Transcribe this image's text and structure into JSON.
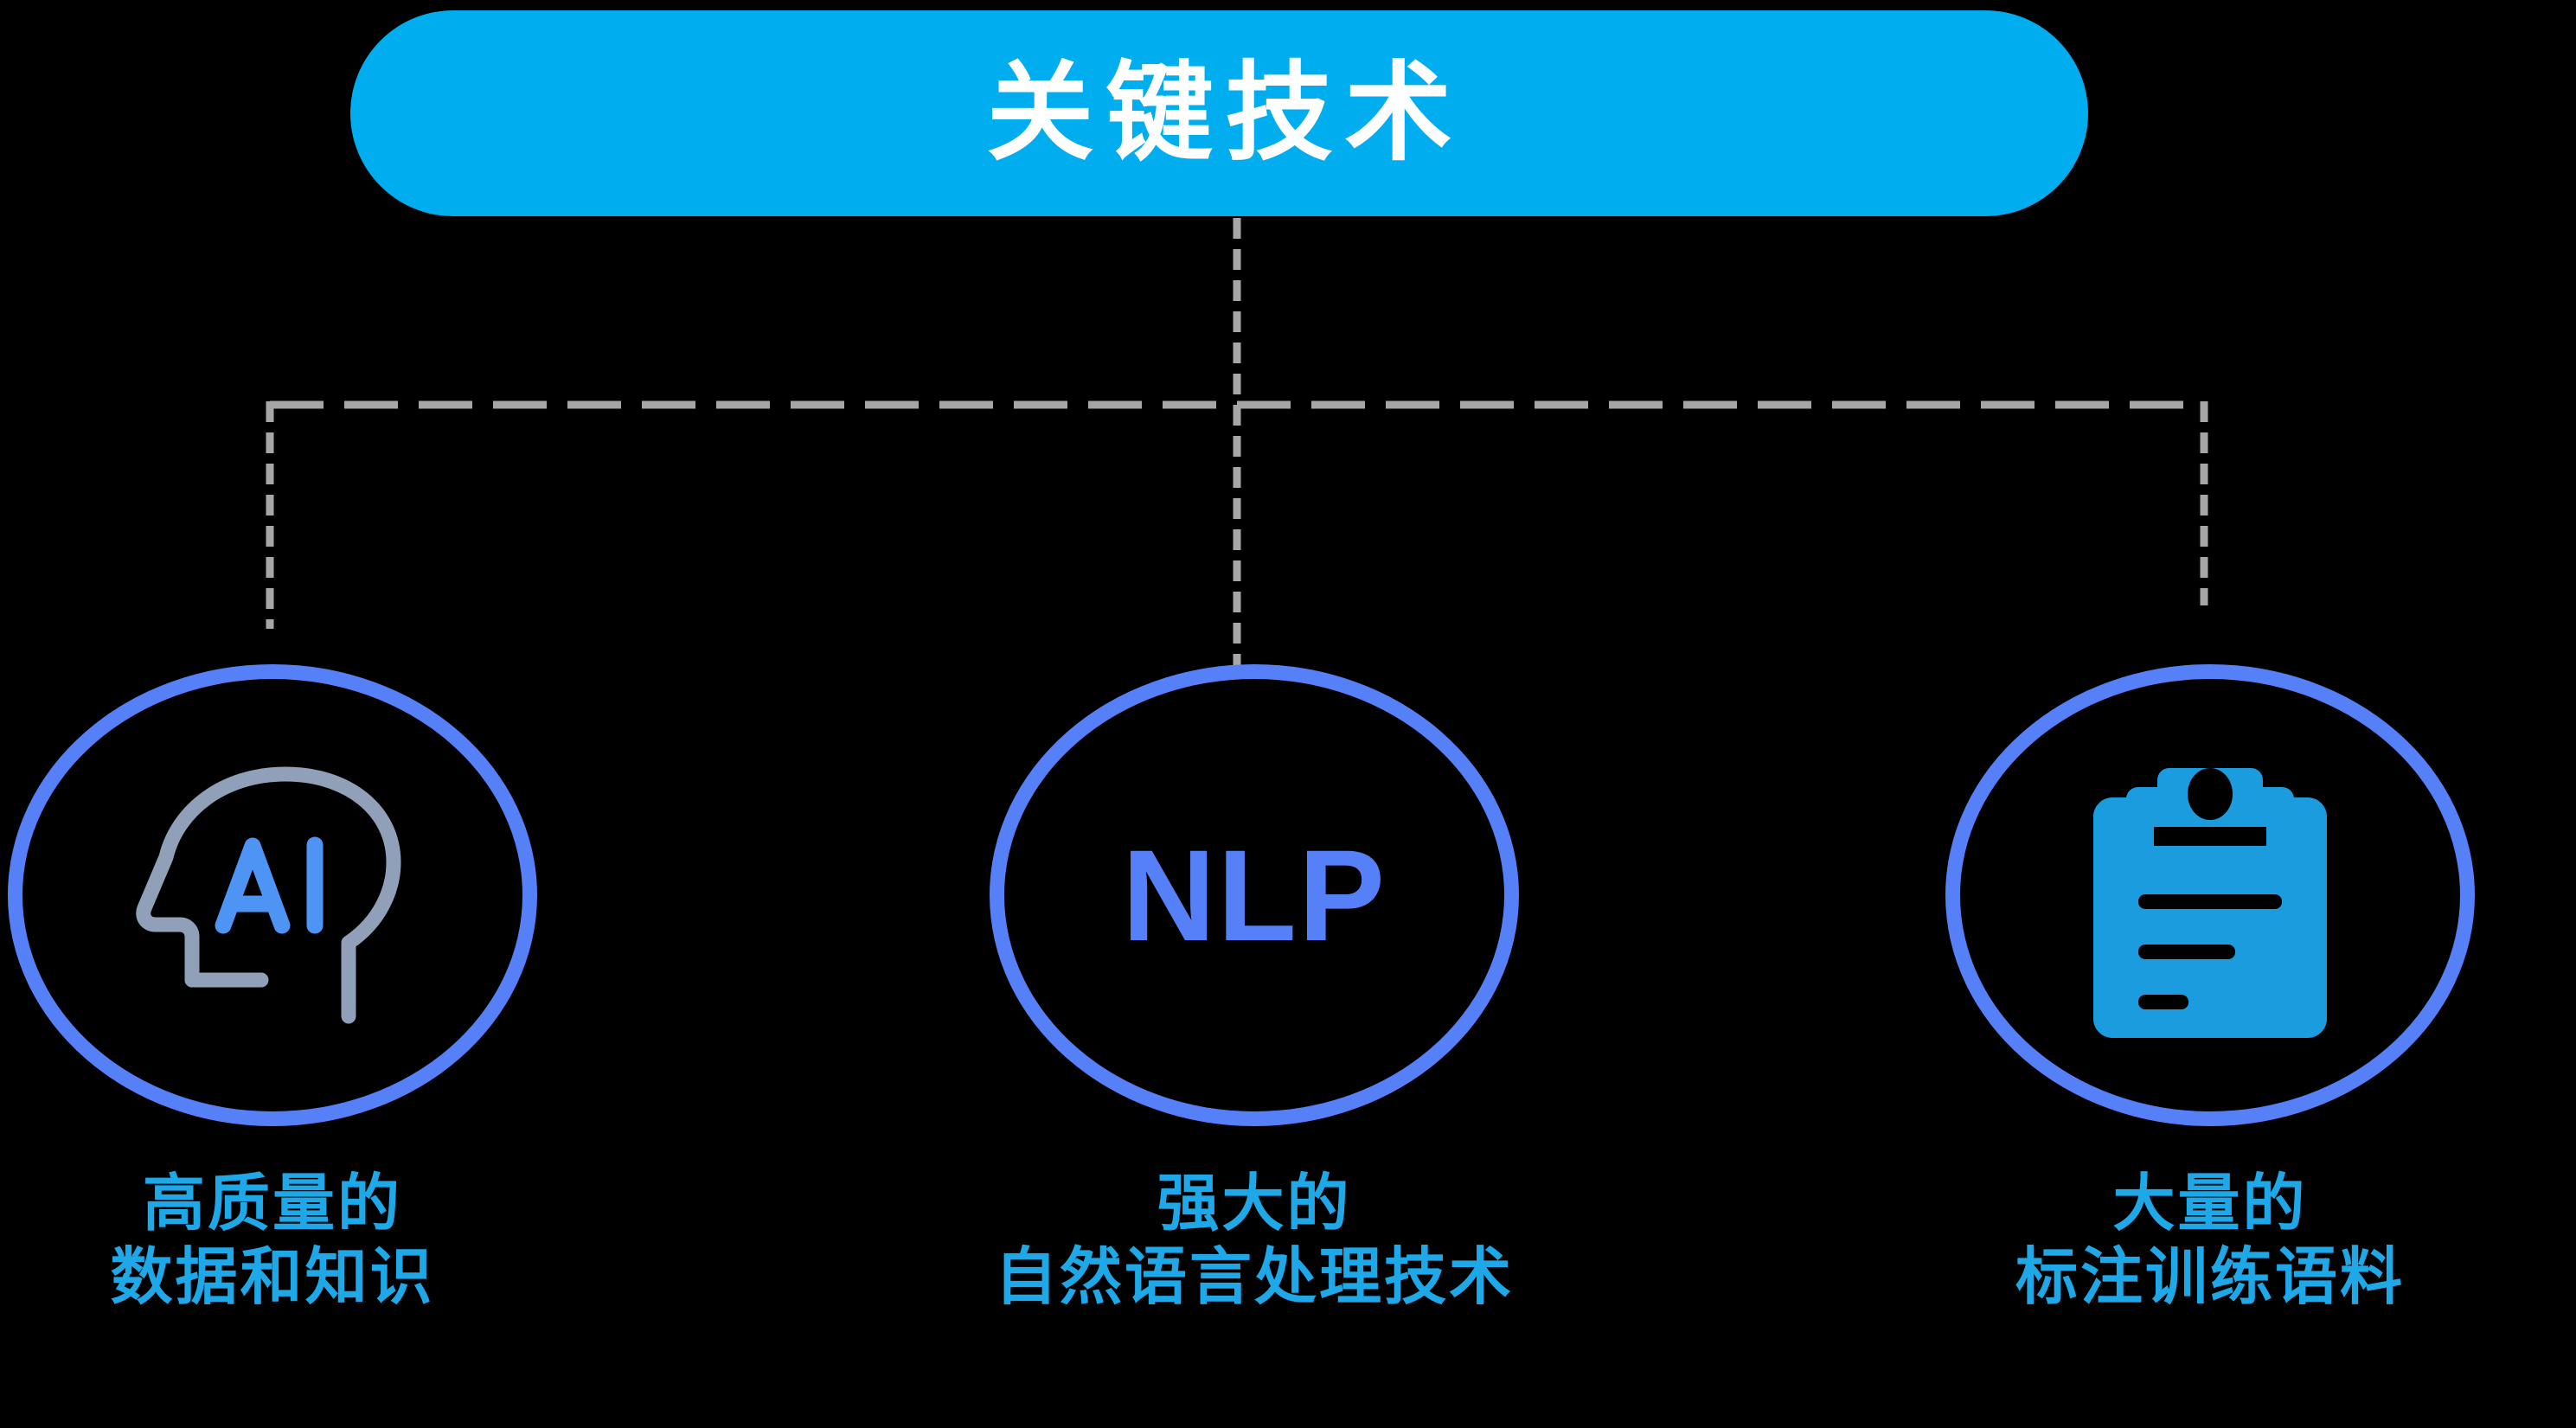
{
  "background_color": "#000000",
  "theme": {
    "pill_fill": "#00ADEE",
    "pill_text": "#FFFFFF",
    "ring_stroke": "#5580F8",
    "connector_stroke": "#A6A6A6",
    "caption_text": "#1FA8E8",
    "nlp_text": "#5580F8",
    "head_outline": "#8FA0B8",
    "head_letters": "#4D94F5",
    "clipboard_fill": "#1B9CDE"
  },
  "root": {
    "label": "关键技术",
    "icon": "rounded-pill"
  },
  "connectors": {
    "style": "dashed",
    "color": "#A6A6A6",
    "width": 9,
    "dash": "24 12"
  },
  "nodes": [
    {
      "id": "data-knowledge",
      "icon": "ai-head-icon",
      "icon_letters": "AI",
      "caption_line1": "高质量的",
      "caption_line2": "数据和知识"
    },
    {
      "id": "nlp",
      "icon": "nlp-text-icon",
      "icon_letters": "NLP",
      "caption_line1": "强大的",
      "caption_line2": "自然语言处理技术"
    },
    {
      "id": "annotated-corpus",
      "icon": "clipboard-icon",
      "icon_letters": "",
      "caption_line1": "大量的",
      "caption_line2": "标注训练语料"
    }
  ]
}
